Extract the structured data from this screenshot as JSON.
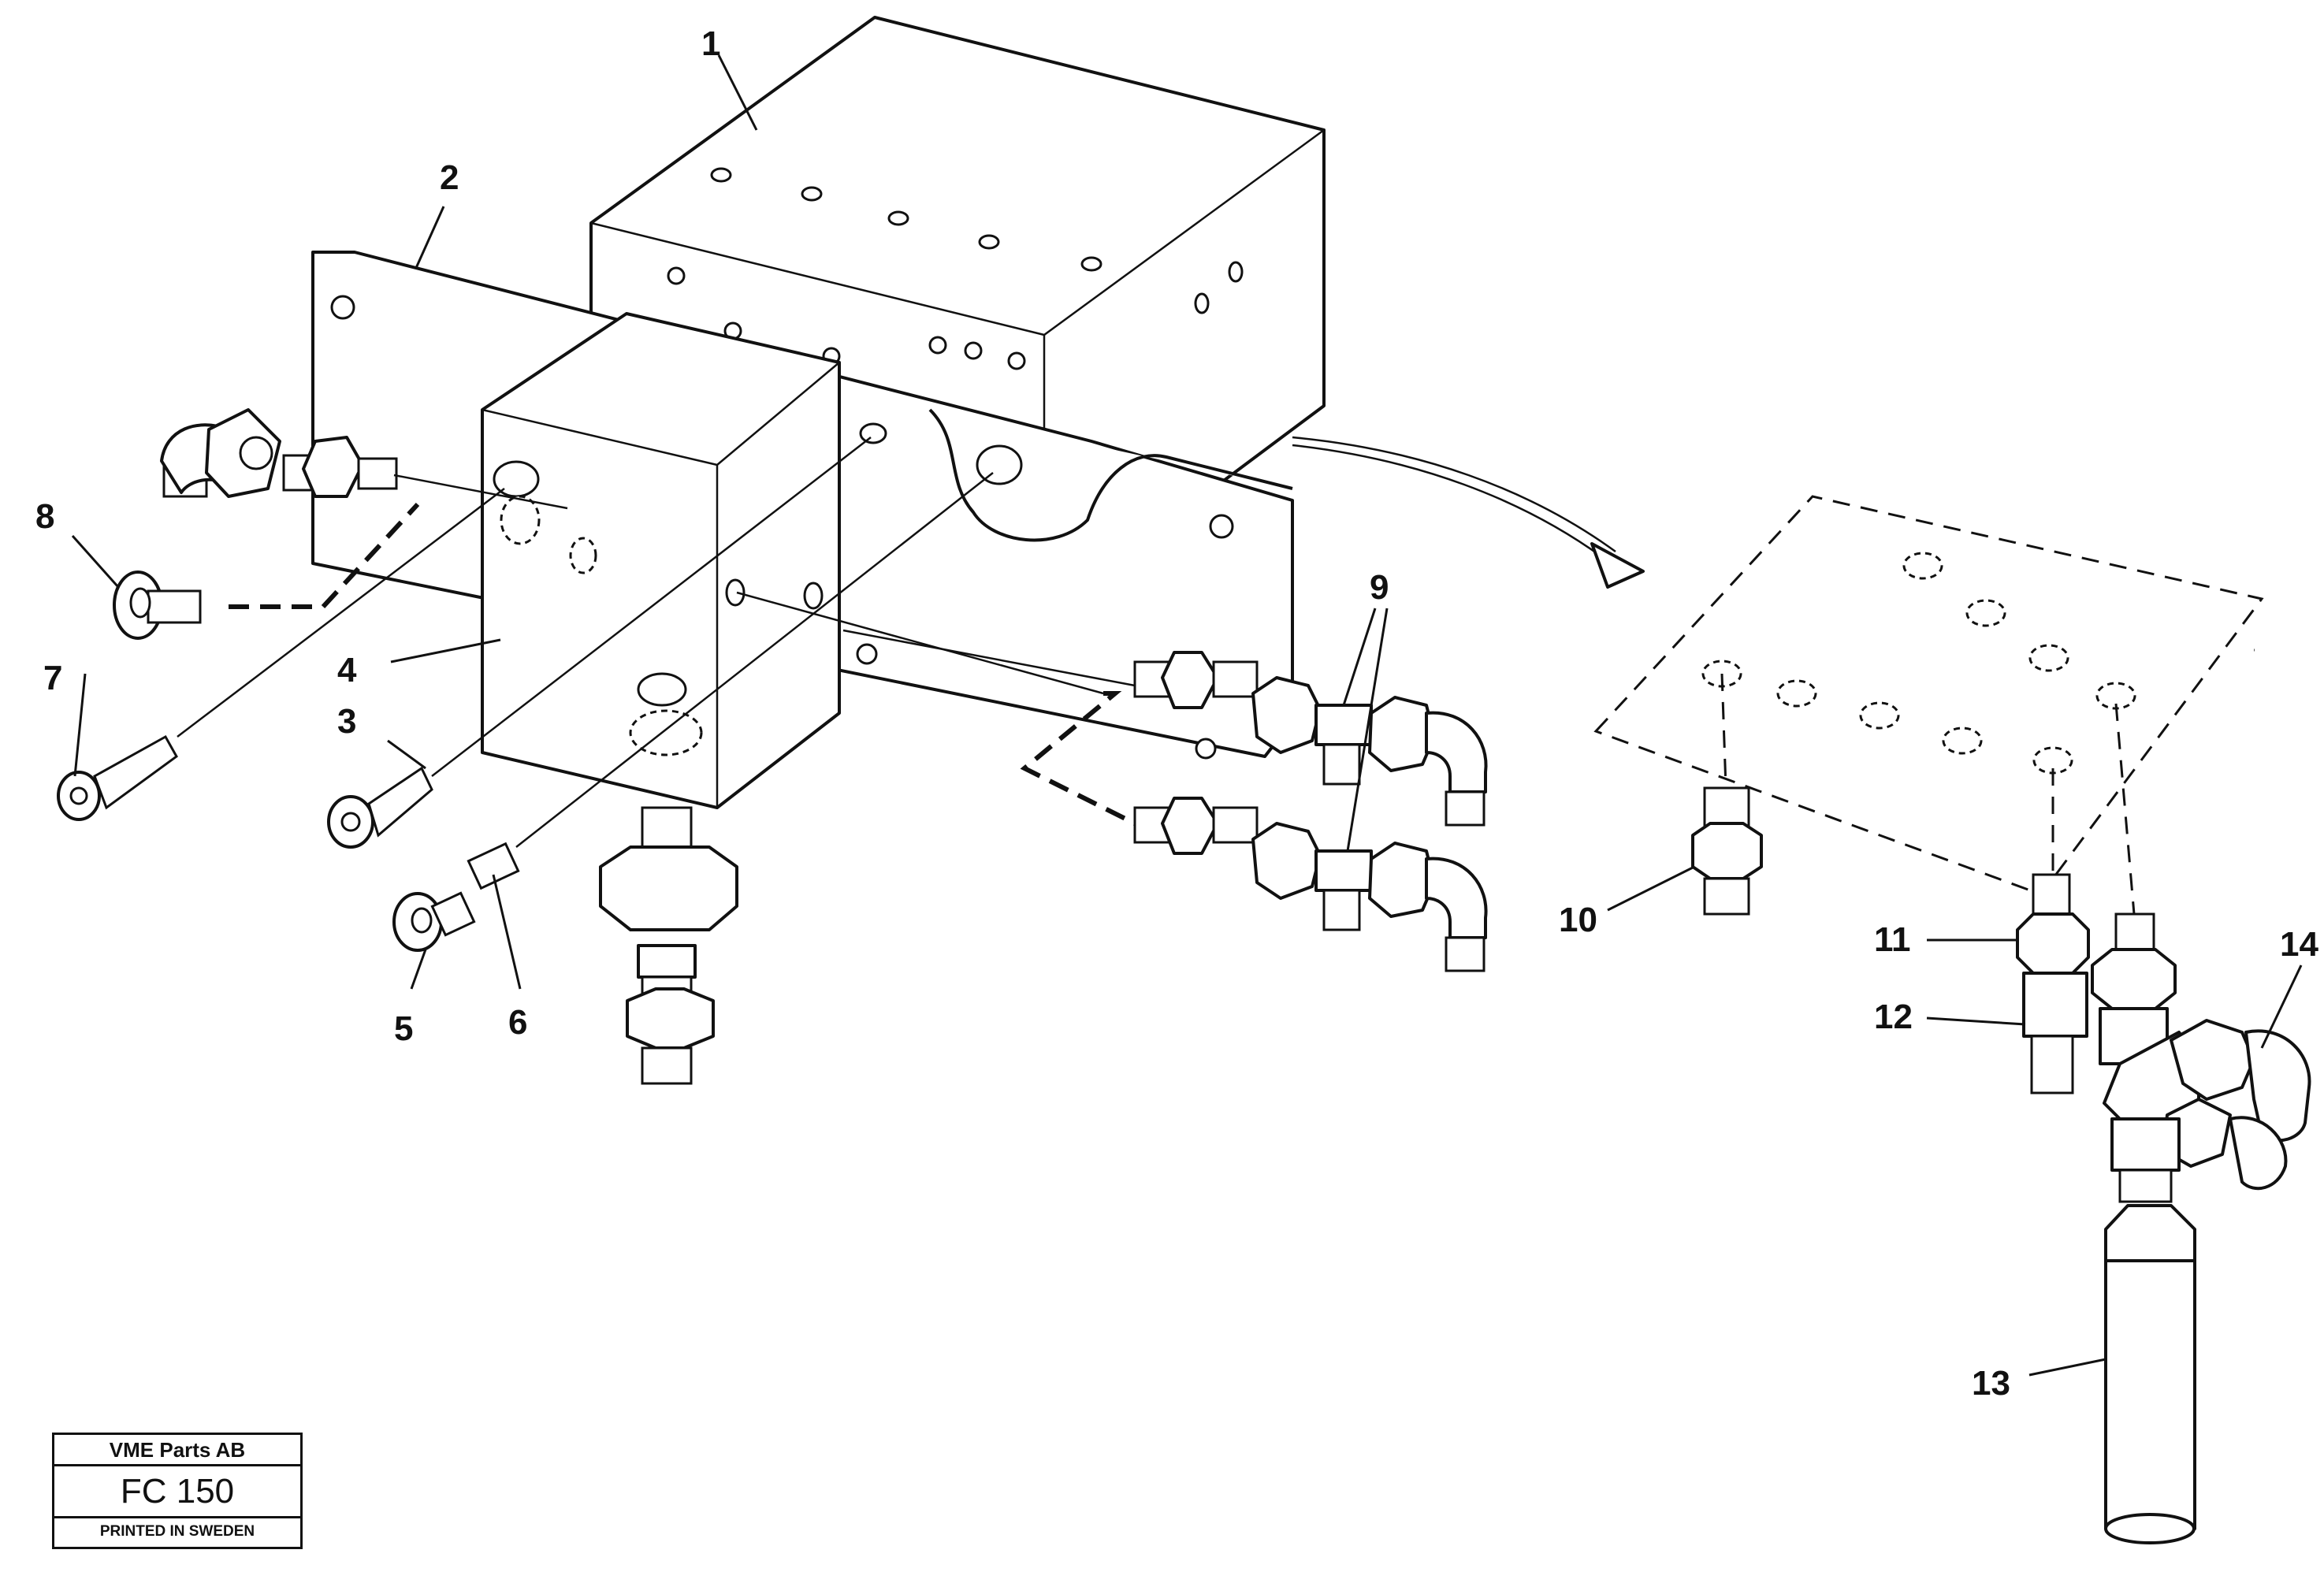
{
  "title_block": {
    "company": "VME Parts AB",
    "code": "FC 150",
    "printed": "PRINTED IN SWEDEN"
  },
  "callouts": [
    "1",
    "2",
    "3",
    "4",
    "5",
    "6",
    "7",
    "8",
    "9",
    "10",
    "11",
    "12",
    "13",
    "14"
  ]
}
